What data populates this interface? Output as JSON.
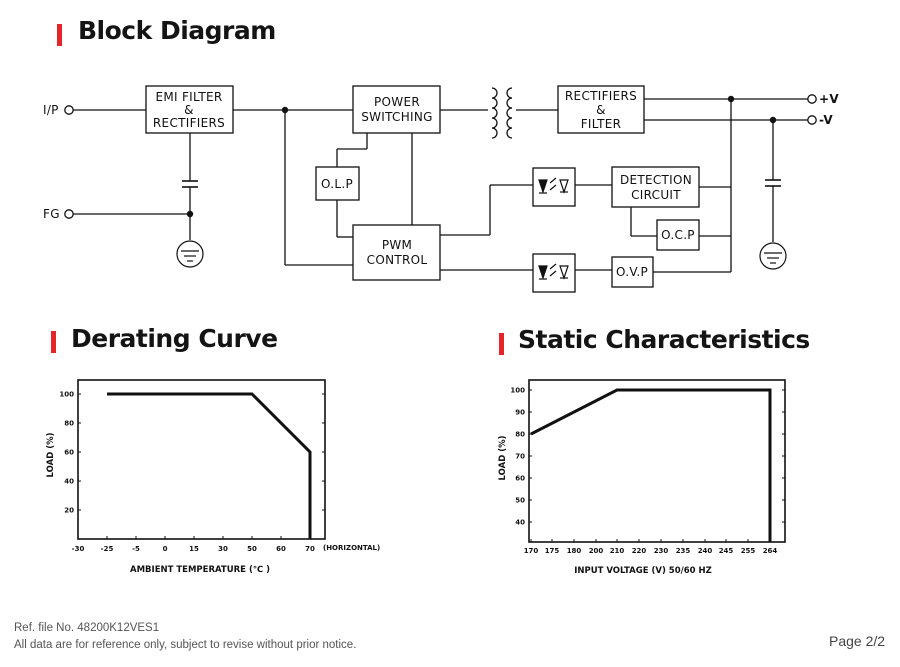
{
  "titles": {
    "block_diagram": "Block Diagram",
    "derating_curve": "Derating Curve",
    "static_characteristics": "Static Characteristics"
  },
  "accent_color": "#e5252a",
  "block_diagram": {
    "terminals": {
      "ip": "I/P",
      "fg": "FG",
      "pos_v": "+V",
      "neg_v": "-V"
    },
    "blocks": {
      "emi_filter": [
        "EMI FILTER",
        "&",
        "RECTIFIERS"
      ],
      "power_switching": [
        "POWER",
        "SWITCHING"
      ],
      "rectifiers_filter": [
        "RECTIFIERS",
        "&",
        "FILTER"
      ],
      "olp": "O.L.P",
      "pwm_control": [
        "PWM",
        "CONTROL"
      ],
      "detection_circuit": [
        "DETECTION",
        "CIRCUIT"
      ],
      "ocp": "O.C.P",
      "ovp": "O.V.P"
    }
  },
  "chart_data": [
    {
      "type": "line",
      "name": "Derating Curve",
      "x": [
        -25,
        50,
        70,
        70
      ],
      "y": [
        100,
        100,
        60,
        0
      ],
      "xticks": [
        -30,
        -25,
        -5,
        0,
        15,
        30,
        50,
        60,
        70
      ],
      "xtick_labels": [
        "-30",
        "-25",
        "-5",
        "0",
        "15",
        "30",
        "50",
        "60",
        "70"
      ],
      "x_axis_suffix": "(HORIZONTAL)",
      "yticks": [
        20,
        40,
        60,
        80,
        100
      ],
      "xlabel": "AMBIENT TEMPERATURE  (℃ )",
      "ylabel": "LOAD (%)",
      "ylim": [
        0,
        110
      ]
    },
    {
      "type": "line",
      "name": "Static Characteristics",
      "x": [
        170,
        210,
        264,
        264
      ],
      "y": [
        80,
        100,
        100,
        30
      ],
      "xticks": [
        170,
        175,
        180,
        200,
        210,
        220,
        230,
        235,
        240,
        245,
        255,
        264
      ],
      "yticks": [
        40,
        50,
        60,
        70,
        80,
        90,
        100
      ],
      "xlabel": "INPUT VOLTAGE  (V)   50/60  HZ",
      "ylabel": "LOAD (%)",
      "ylim": [
        30,
        105
      ]
    }
  ],
  "footer": {
    "ref": "Ref. file No. 48200K12VES1",
    "note": "All data are for reference only, subject to revise without prior notice.",
    "page": "Page 2/2"
  }
}
